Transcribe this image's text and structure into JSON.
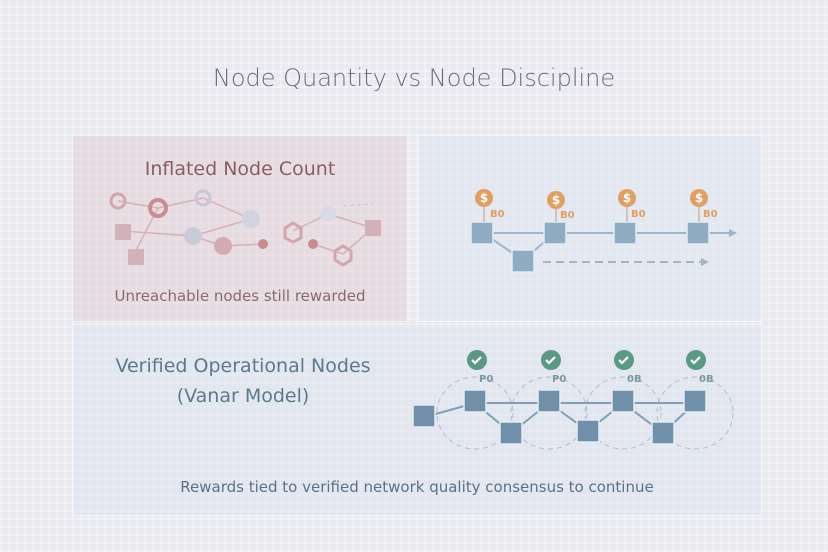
{
  "title": "Node Quantity vs Node Discipline",
  "left_panel": {
    "title": "Inflated Node Count",
    "caption": "Unreachable nodes still rewarded"
  },
  "right_panel": {
    "coin_labels": [
      "B0",
      "B0",
      "B0",
      "B0"
    ]
  },
  "bottom_panel": {
    "title_line1": "Verified Operational Nodes",
    "title_line2": "(Vanar Model)",
    "check_labels": [
      "P0",
      "P0",
      "0B",
      "0B"
    ],
    "caption": "Rewards tied to verified network quality consensus to continue"
  },
  "colors": {
    "coin": "#e0a060",
    "check": "#5a9a84",
    "node": "#7f9fb6"
  }
}
